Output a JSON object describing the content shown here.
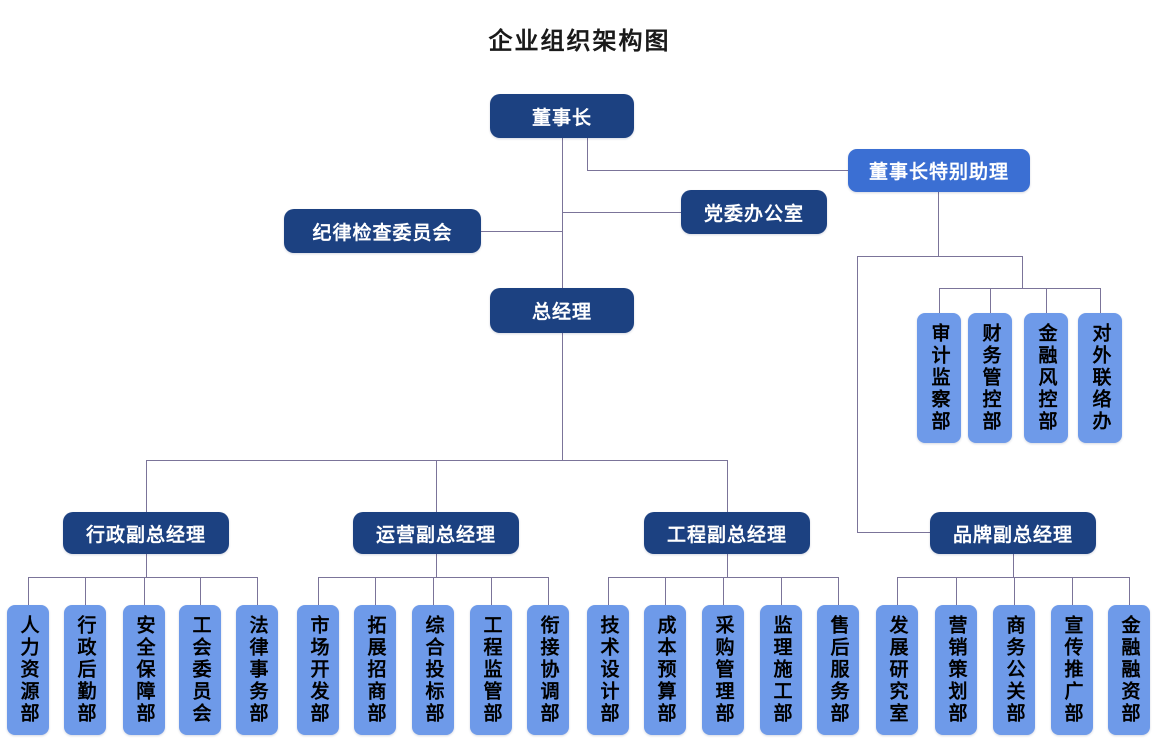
{
  "title": "企业组织架构图",
  "colors": {
    "primary_dark": "#1c4181",
    "primary_medium": "#3b6fd3",
    "light_blue": "#6e9ae9",
    "connector": "#7b7499",
    "title_text": "#1a1a1a"
  },
  "nodes": {
    "chairman": "董事长",
    "special_assistant": "董事长特别助理",
    "discipline_committee": "纪律检查委员会",
    "party_office": "党委办公室",
    "general_manager": "总经理"
  },
  "assistant_departments": [
    "审计监察部",
    "财务管控部",
    "金融风控部",
    "对外联络办"
  ],
  "vps": [
    {
      "label": "行政副总经理",
      "departments": [
        "人力资源部",
        "行政后勤部",
        "安全保障部",
        "工会委员会",
        "法律事务部"
      ]
    },
    {
      "label": "运营副总经理",
      "departments": [
        "市场开发部",
        "拓展招商部",
        "综合投标部",
        "工程监管部",
        "衔接协调部"
      ]
    },
    {
      "label": "工程副总经理",
      "departments": [
        "技术设计部",
        "成本预算部",
        "采购管理部",
        "监理施工部",
        "售后服务部"
      ]
    },
    {
      "label": "品牌副总经理",
      "departments": [
        "发展研究室",
        "营销策划部",
        "商务公关部",
        "宣传推广部",
        "金融融资部"
      ]
    }
  ]
}
